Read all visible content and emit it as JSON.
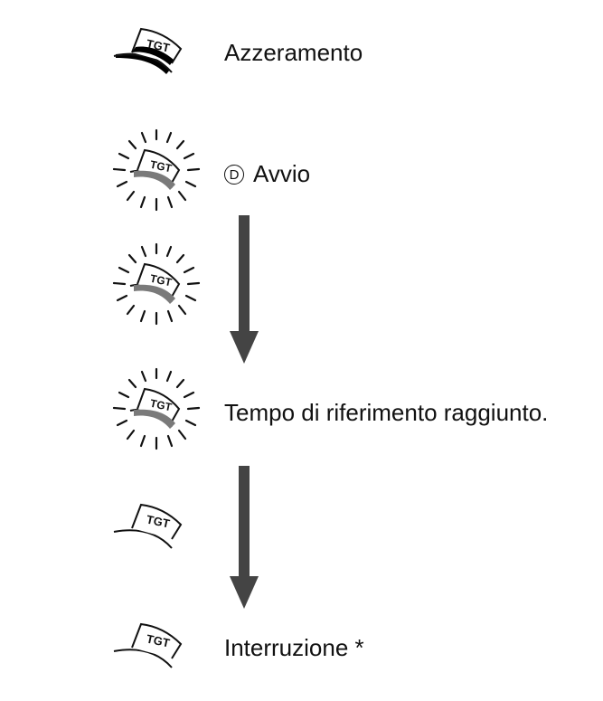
{
  "indicator": {
    "badge_text": "TGT",
    "colors": {
      "ink": "#111111",
      "solid_band": "#000000",
      "gray_band": "#7a7a7a",
      "arrow": "#444444"
    }
  },
  "steps": [
    {
      "id": "reset",
      "label": "Azzeramento",
      "indicator_state": "solid"
    },
    {
      "id": "start",
      "marker": "D",
      "label": "Avvio",
      "indicator_state": "blinking"
    },
    {
      "id": "running",
      "label": "",
      "indicator_state": "blinking"
    },
    {
      "id": "target-reached",
      "label": "Tempo di riferimento raggiunto.",
      "indicator_state": "blinking"
    },
    {
      "id": "after",
      "label": "",
      "indicator_state": "outline"
    },
    {
      "id": "stop",
      "label": "Interruzione *",
      "indicator_state": "outline"
    }
  ]
}
